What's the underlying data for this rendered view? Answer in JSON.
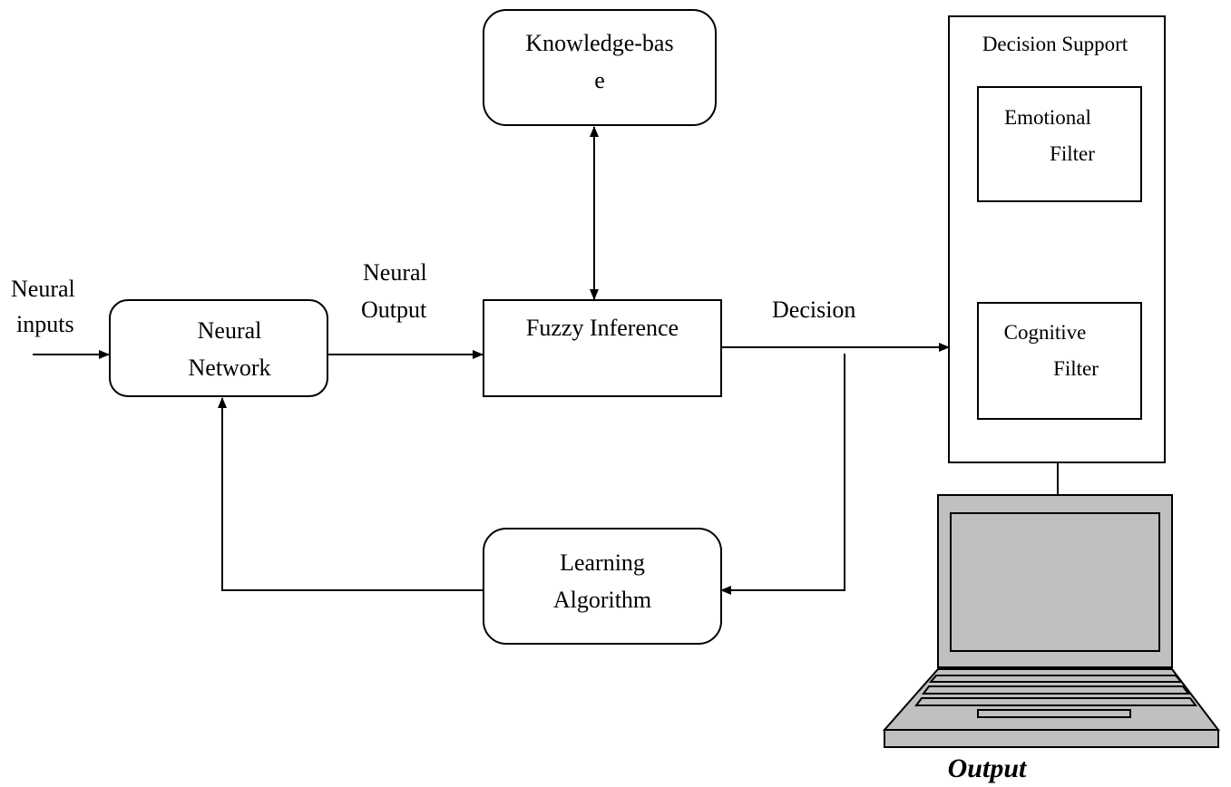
{
  "labels": {
    "neural_inputs_1": "Neural",
    "neural_inputs_2": "inputs",
    "neural_output_1": "Neural",
    "neural_output_2": "Output",
    "decision": "Decision"
  },
  "nodes": {
    "knowledge_base_1": "Knowledge-bas",
    "knowledge_base_2": "e",
    "neural_network_1": "Neural",
    "neural_network_2": "Network",
    "fuzzy_inference": "Fuzzy Inference",
    "learning_algorithm_1": "Learning",
    "learning_algorithm_2": "Algorithm",
    "decision_support": "Decision Support",
    "emotional_filter_1": "Emotional",
    "emotional_filter_2": "Filter",
    "cognitive_filter_1": "Cognitive",
    "cognitive_filter_2": "Filter",
    "output": "Output"
  },
  "colors": {
    "stroke": "#000000",
    "laptop_fill": "#c0c0c0",
    "background": "#ffffff"
  },
  "icons": {
    "laptop": "laptop-icon"
  }
}
